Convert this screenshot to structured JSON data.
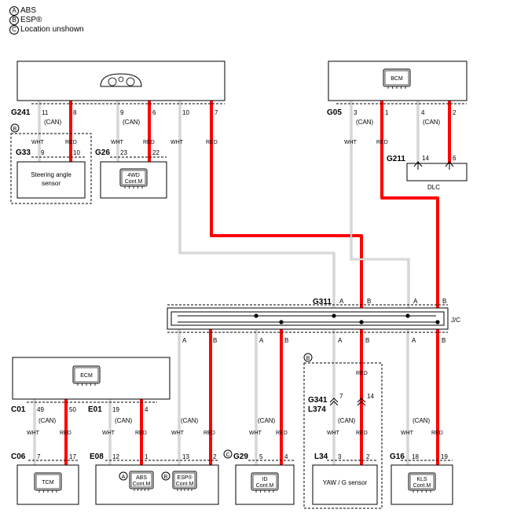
{
  "legend": {
    "a": {
      "mark": "A",
      "text": "ABS"
    },
    "b": {
      "mark": "B",
      "text": "ESP®"
    },
    "c": {
      "mark": "C",
      "text": "Location unshown"
    }
  },
  "colors": {
    "red_wire": "#ff0000",
    "wht_wire": "#c8c8c8",
    "line": "#000000"
  },
  "connectors": {
    "g241": "G241",
    "g33": "G33",
    "g26": "G26",
    "g05": "G05",
    "g211": "G211",
    "g311": "G311",
    "c01": "C01",
    "e01": "E01",
    "c06": "C06",
    "e08": "E08",
    "g29": "G29",
    "g341": "G341",
    "l374": "L374",
    "l34": "L34",
    "g16": "G16"
  },
  "pins": {
    "g241_11": "11",
    "g241_8": "8",
    "g241_9": "9",
    "g241_6": "6",
    "g241_10": "10",
    "g241_7": "7",
    "g33_9": "9",
    "g33_10": "10",
    "g26_23": "23",
    "g26_22": "22",
    "g05_3": "3",
    "g05_1": "1",
    "g05_4": "4",
    "g05_2": "2",
    "g211_14": "14",
    "g211_6": "6",
    "c01_49": "49",
    "c01_50": "50",
    "e01_19": "19",
    "e01_4": "4",
    "c06_7": "7",
    "c06_17": "17",
    "e08_12": "12",
    "e08_1": "1",
    "e08_13": "13",
    "e08_2": "2",
    "g29_5": "5",
    "g29_4": "4",
    "g341_7": "7",
    "l374_14": "14",
    "l34_3": "3",
    "l34_2": "2",
    "g16_18": "18",
    "g16_19": "19"
  },
  "wire_labels": {
    "wht": "WHT",
    "red": "RED",
    "can": "(CAN)"
  },
  "jc": {
    "label": "J/C",
    "pin_a": "A",
    "pin_b": "B"
  },
  "components": {
    "steering": {
      "line1": "Steering angle",
      "line2": "sensor"
    },
    "fwd": {
      "line1": "4WD",
      "line2": "Cont.M"
    },
    "bcm": "BCM",
    "dlc": "DLC",
    "ecm": "ECM",
    "tcm": "TCM",
    "abs": {
      "line1": "ABS",
      "line2": "Cont.M"
    },
    "esp": {
      "line1": "ESP®",
      "line2": "Cont.M"
    },
    "id": {
      "line1": "ID",
      "line2": "Cont.M"
    },
    "yaw": "YAW / G sensor",
    "kls": {
      "line1": "KLS",
      "line2": "Cont.M"
    }
  },
  "icons": [
    "instrument-cluster-icon",
    "module-icon",
    "dlc-connector-icon",
    "circled-letter-icon"
  ]
}
